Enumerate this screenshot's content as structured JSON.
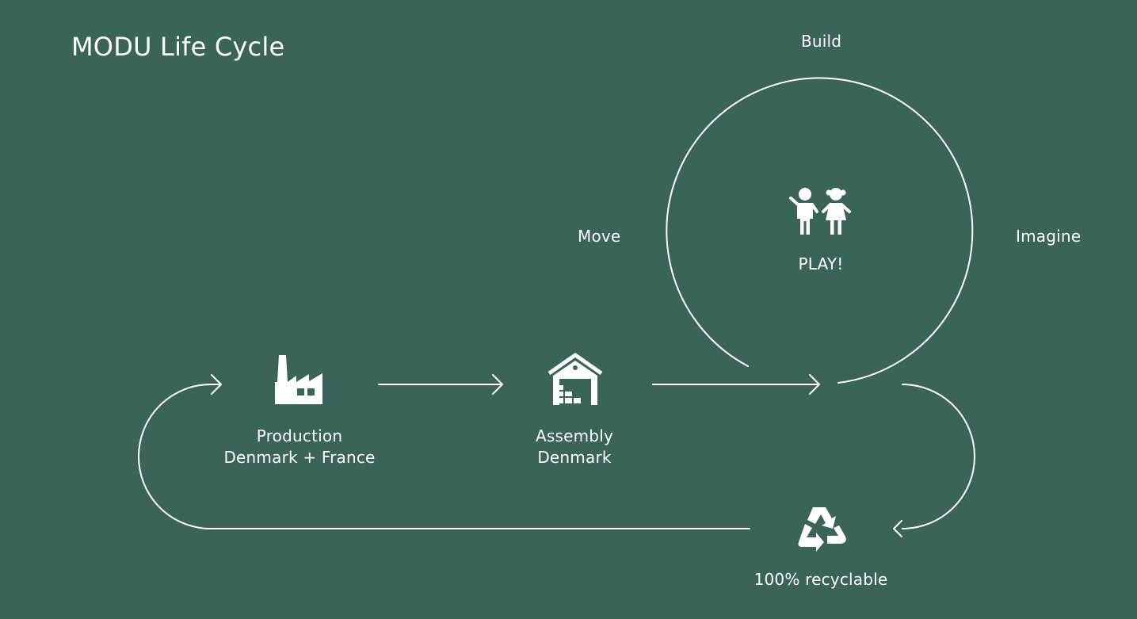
{
  "title": "MODU Life Cycle",
  "stages": {
    "production": {
      "line1": "Production",
      "line2": "Denmark + France",
      "icon": "factory-icon"
    },
    "assembly": {
      "line1": "Assembly",
      "line2": "Denmark",
      "icon": "warehouse-icon"
    },
    "play": {
      "label": "PLAY!",
      "icon": "children-icon"
    },
    "recycle": {
      "label": "100% recyclable",
      "icon": "recycle-icon"
    }
  },
  "play_cycle": {
    "top": "Build",
    "left": "Move",
    "right": "Imagine"
  },
  "colors": {
    "background": "#3a6459",
    "foreground": "#ffffff"
  }
}
